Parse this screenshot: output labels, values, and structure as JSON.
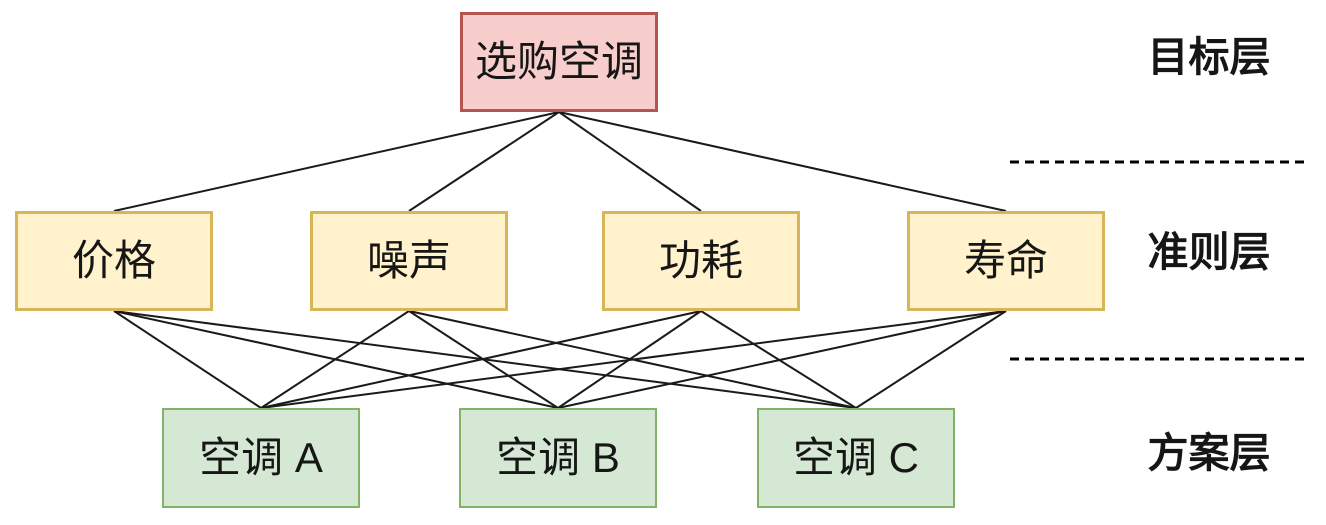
{
  "diagram": {
    "goal": {
      "id": "goal",
      "label": "选购空调"
    },
    "criteria": [
      {
        "id": "c0",
        "label": "价格"
      },
      {
        "id": "c1",
        "label": "噪声"
      },
      {
        "id": "c2",
        "label": "功耗"
      },
      {
        "id": "c3",
        "label": "寿命"
      }
    ],
    "alternatives": [
      {
        "id": "a0",
        "label": "空调 A"
      },
      {
        "id": "a1",
        "label": "空调 B"
      },
      {
        "id": "a2",
        "label": "空调 C"
      }
    ],
    "layers": [
      {
        "id": "goal-layer",
        "label": "目标层"
      },
      {
        "id": "criteria-layer",
        "label": "准则层"
      },
      {
        "id": "alternatives-layer",
        "label": "方案层"
      }
    ],
    "edges": [
      [
        "goal",
        "c0"
      ],
      [
        "goal",
        "c1"
      ],
      [
        "goal",
        "c2"
      ],
      [
        "goal",
        "c3"
      ],
      [
        "c0",
        "a0"
      ],
      [
        "c0",
        "a1"
      ],
      [
        "c0",
        "a2"
      ],
      [
        "c1",
        "a0"
      ],
      [
        "c1",
        "a1"
      ],
      [
        "c1",
        "a2"
      ],
      [
        "c2",
        "a0"
      ],
      [
        "c2",
        "a1"
      ],
      [
        "c2",
        "a2"
      ],
      [
        "c3",
        "a0"
      ],
      [
        "c3",
        "a1"
      ],
      [
        "c3",
        "a2"
      ]
    ],
    "colors": {
      "goal_fill": "#f8cecc",
      "goal_border": "#b85450",
      "criteria_fill": "#fff2cc",
      "criteria_border": "#d6b656",
      "alternative_fill": "#d5e8d4",
      "alternative_border": "#82b366",
      "edge_line": "#1a1a1a",
      "separator_line": "#000000",
      "text": "#161616"
    }
  }
}
